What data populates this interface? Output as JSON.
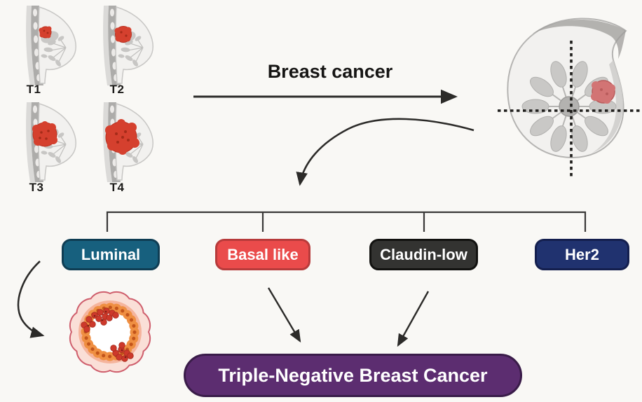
{
  "figure": {
    "title": "Breast cancer",
    "background": "#f9f8f5",
    "line_color": "#343331"
  },
  "stages": [
    {
      "label": "T1",
      "tumor_size": "smallest"
    },
    {
      "label": "T2",
      "tumor_size": "small"
    },
    {
      "label": "T3",
      "tumor_size": "large"
    },
    {
      "label": "T4",
      "tumor_size": "largest"
    }
  ],
  "subtypes": [
    {
      "label": "Luminal",
      "color": "#17607e",
      "border_color": "#0f3d53"
    },
    {
      "label": "Basal like",
      "color": "#ea4b4b",
      "border_color": "#b73b3b"
    },
    {
      "label": "Claudin-low",
      "color": "#333331",
      "border_color": "#121210"
    },
    {
      "label": "Her2",
      "color": "#20326f",
      "border_color": "#141f4e"
    }
  ],
  "outcome": {
    "label": "Triple-Negative Breast Cancer",
    "color": "#5c2d70",
    "border_color": "#3a1c49"
  },
  "relationships": [
    {
      "from": "Tumor stages T1-T4",
      "to": "Breast cancer (quadrant diagram)",
      "style": "straight-arrow"
    },
    {
      "from": "Breast cancer",
      "to": "subtype-branch",
      "style": "curved-arrow"
    },
    {
      "from": "Luminal",
      "to": "duct-cross-section-illustration",
      "style": "curved-arrow"
    },
    {
      "from": "Basal like",
      "to": "Triple-Negative Breast Cancer",
      "style": "straight-arrow"
    },
    {
      "from": "Claudin-low",
      "to": "Triple-Negative Breast Cancer",
      "style": "straight-arrow"
    }
  ],
  "illustrations": [
    {
      "name": "breast-side-profile-T1"
    },
    {
      "name": "breast-side-profile-T2"
    },
    {
      "name": "breast-side-profile-T3"
    },
    {
      "name": "breast-side-profile-T4"
    },
    {
      "name": "breast-frontal-quadrant-diagram",
      "feature": "red tumor upper-outer quadrant, dashed crosshairs"
    },
    {
      "name": "mammary-duct-cross-section",
      "feature": "red tumor cells inside lumen"
    }
  ]
}
